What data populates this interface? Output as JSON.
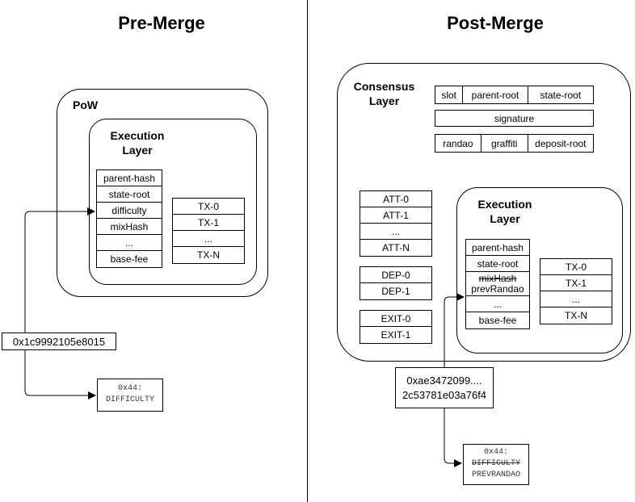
{
  "pre": {
    "title": "Pre-Merge",
    "pow_label": "PoW",
    "exec_label": "Execution Layer",
    "header_fields": [
      "parent-hash",
      "state-root",
      "difficulty",
      "mixHash",
      "...",
      "base-fee"
    ],
    "txs": [
      "TX-0",
      "TX-1",
      "...",
      "TX-N"
    ],
    "value": "0x1c9992105e8015",
    "opcode_line1": "0x44:",
    "opcode_line2": "DIFFICULTY"
  },
  "post": {
    "title": "Post-Merge",
    "consensus_label": "Consensus Layer",
    "beacon_row1": [
      "slot",
      "parent-root",
      "state-root"
    ],
    "beacon_signature": "signature",
    "beacon_row3": [
      "randao",
      "graffiti",
      "deposit-root"
    ],
    "attestations": [
      "ATT-0",
      "ATT-1",
      "...",
      "ATT-N"
    ],
    "deposits": [
      "DEP-0",
      "DEP-1"
    ],
    "exits": [
      "EXIT-0",
      "EXIT-1"
    ],
    "exec_label": "Execution Layer",
    "header_fields": {
      "parent_hash": "parent-hash",
      "state_root": "state-root",
      "mixhash_old": "mixHash",
      "prevrandao_new": "prevRandao",
      "ellipsis": "...",
      "base_fee": "base-fee"
    },
    "txs": [
      "TX-0",
      "TX-1",
      "...",
      "TX-N"
    ],
    "value_line1": "0xae3472099....",
    "value_line2": "2c53781e03a76f4",
    "opcode_line1": "0x44:",
    "opcode_old": "DIFFICULTY",
    "opcode_new": "PREVRANDAO"
  }
}
